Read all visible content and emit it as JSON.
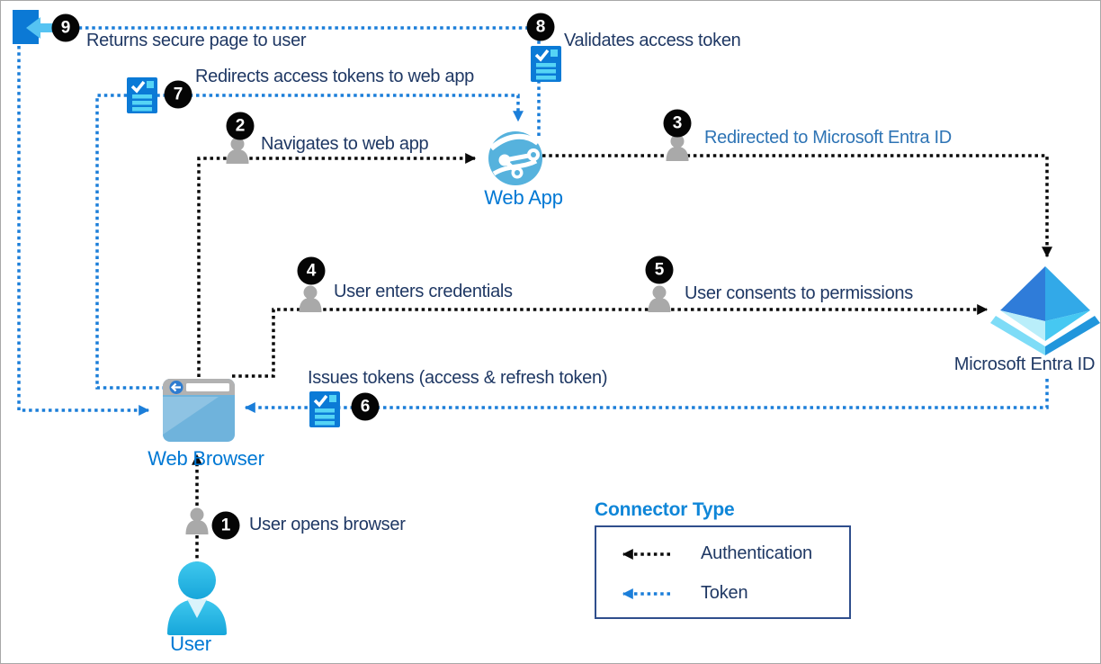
{
  "steps": [
    {
      "num": "1",
      "label": "User opens browser"
    },
    {
      "num": "2",
      "label": "Navigates to web app"
    },
    {
      "num": "3",
      "label": "Redirected to Microsoft Entra ID"
    },
    {
      "num": "4",
      "label": "User enters credentials"
    },
    {
      "num": "5",
      "label": "User consents to permissions"
    },
    {
      "num": "6",
      "label": "Issues tokens (access & refresh token)"
    },
    {
      "num": "7",
      "label": "Redirects access tokens to web app"
    },
    {
      "num": "8",
      "label": "Validates access token"
    },
    {
      "num": "9",
      "label": "Returns secure page to user"
    }
  ],
  "nodes": {
    "user": {
      "label": "User"
    },
    "web_browser": {
      "label": "Web Browser"
    },
    "web_app": {
      "label": "Web App"
    },
    "entra_id": {
      "label": "Microsoft Entra ID"
    }
  },
  "legend": {
    "title": "Connector Type",
    "items": [
      {
        "label": "Authentication",
        "color": "#0a0a0a"
      },
      {
        "label": "Token",
        "color": "#1b7ed9"
      }
    ]
  },
  "colors": {
    "authentication_line": "#0a0a0a",
    "token_line": "#1b7ed9",
    "step_text": "#1f3864",
    "step3_text": "#2e74b5",
    "node_label": "#0078d4",
    "legend_title": "#0f86d8",
    "icon_blue": "#0b7ad6",
    "icon_cyan": "#55d4f5"
  }
}
